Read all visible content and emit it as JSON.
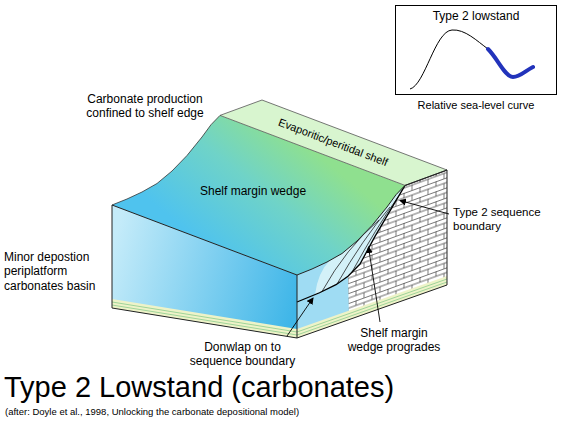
{
  "diagram": {
    "title": "Type 2 Lowstand (carbonates)",
    "caption": "(after: Doyle et al., 1998, Unlocking the carbonate depositional model)",
    "nodes": [
      {
        "text": [
          "Type 2 lowstand",
          "Relative sea-level curve"
        ]
      }
    ],
    "labels": [
      "Carbonate production confined to shelf edge",
      "Shelf margin wedge",
      "Evaporitic/peritidal shelf",
      "Type 2 sequence boundary",
      "Minor depostion periplatform carbonates basin",
      "Donwlap on to sequence boundary",
      "Shelf margin wedge progrades"
    ]
  }
}
